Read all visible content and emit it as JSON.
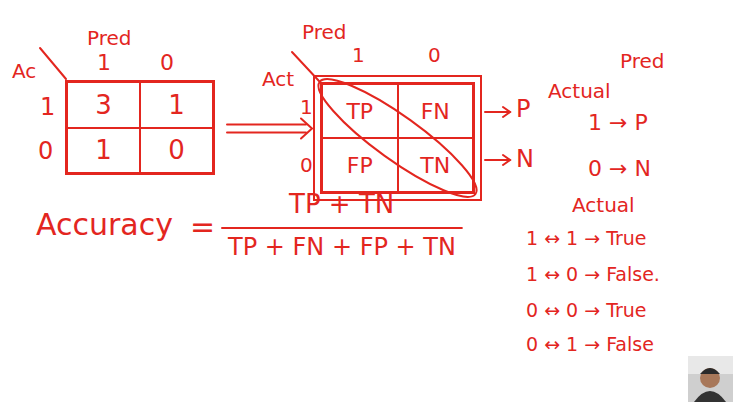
{
  "diagram": {
    "nodes": [
      {
        "text": [
          "Pred"
        ]
      },
      {
        "text": [
          "3"
        ],
        "in": 0
      },
      {
        "text": [
          "1"
        ],
        "in": 0
      },
      {
        "text": [
          "1"
        ],
        "in": 0
      },
      {
        "text": [
          "0"
        ],
        "in": 0
      },
      {
        "text": [
          "Pred"
        ]
      },
      {
        "text": [
          "TP"
        ],
        "in": 5
      },
      {
        "text": [
          "FN"
        ],
        "in": 5
      },
      {
        "text": [
          "FP"
        ],
        "in": 5
      },
      {
        "text": [
          "TN"
        ],
        "in": 5
      }
    ],
    "edges": [
      {
        "from": 0,
        "to": 5,
        "arrow": "to"
      }
    ],
    "labels": [
      "1",
      "0",
      "Ac",
      "1",
      "0",
      "1",
      "0",
      "Act",
      "1",
      "0",
      "P",
      "N",
      "Pred",
      "Actual",
      "1 → P",
      "0 → N",
      "Accuracy",
      "=",
      "TP + TN",
      "TP + FN + FP + TN",
      "Actual",
      "1 ↔ 1 → True",
      "1 ↔ 0 → False.",
      "0 ↔ 0 → True",
      "0 ↔ 1 → False"
    ]
  }
}
